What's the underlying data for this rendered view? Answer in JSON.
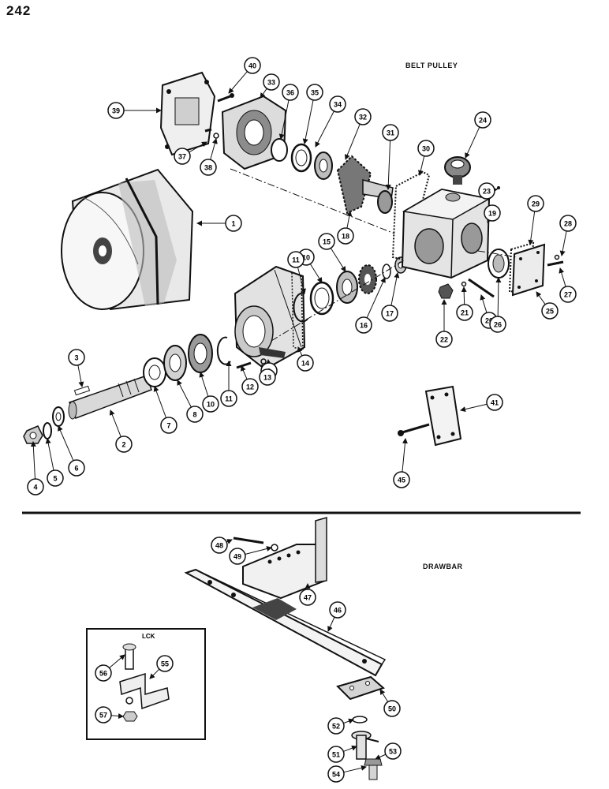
{
  "page": {
    "number": "242"
  },
  "sections": {
    "belt_pulley": {
      "title": "BELT PULLEY"
    },
    "drawbar": {
      "title": "DRAWBAR"
    },
    "lck": {
      "title": "LCK"
    }
  },
  "callouts": [
    "1",
    "2",
    "3",
    "4",
    "5",
    "6",
    "7",
    "8",
    "9",
    "10",
    "10",
    "11",
    "11",
    "12",
    "13",
    "14",
    "15",
    "16",
    "17",
    "18",
    "19",
    "20",
    "21",
    "22",
    "23",
    "24",
    "25",
    "26",
    "27",
    "28",
    "29",
    "30",
    "31",
    "32",
    "33",
    "34",
    "35",
    "36",
    "37",
    "38",
    "39",
    "40",
    "41",
    "45",
    "46",
    "47",
    "48",
    "49",
    "50",
    "51",
    "52",
    "53",
    "54",
    "55",
    "56",
    "57"
  ]
}
